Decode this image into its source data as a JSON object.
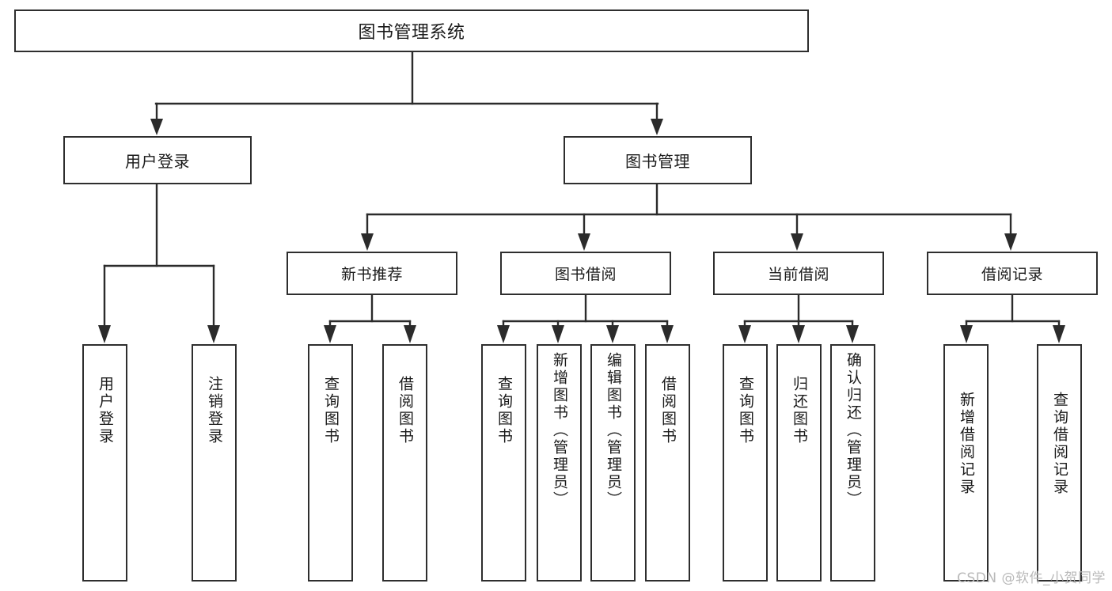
{
  "diagram": {
    "type": "tree",
    "title": "图书管理系统",
    "root": {
      "label": "图书管理系统"
    },
    "level2": [
      {
        "label": "用户登录"
      },
      {
        "label": "图书管理"
      }
    ],
    "level3": [
      {
        "label": "新书推荐"
      },
      {
        "label": "图书借阅"
      },
      {
        "label": "当前借阅"
      },
      {
        "label": "借阅记录"
      }
    ],
    "leaves": {
      "user_login": [
        {
          "label": "用户登录"
        },
        {
          "label": "注销登录"
        }
      ],
      "new_book": [
        {
          "label": "查询图书"
        },
        {
          "label": "借阅图书"
        }
      ],
      "book_borrow": [
        {
          "label": "查询图书"
        },
        {
          "label": "新增图书（管理员）"
        },
        {
          "label": "编辑图书（管理员）"
        },
        {
          "label": "借阅图书"
        }
      ],
      "current_borrow": [
        {
          "label": "查询图书"
        },
        {
          "label": "归还图书"
        },
        {
          "label": "确认归还（管理员）"
        }
      ],
      "borrow_record": [
        {
          "label": "新增借阅记录"
        },
        {
          "label": "查询借阅记录"
        }
      ]
    }
  },
  "watermark": {
    "text": "CSDN @软件_小贺同学"
  },
  "colors": {
    "border": "#2e2e2e",
    "connector": "#2b2b2b",
    "background": "#ffffff",
    "text": "#1a1a1a",
    "watermark": "#b9b9b9"
  }
}
